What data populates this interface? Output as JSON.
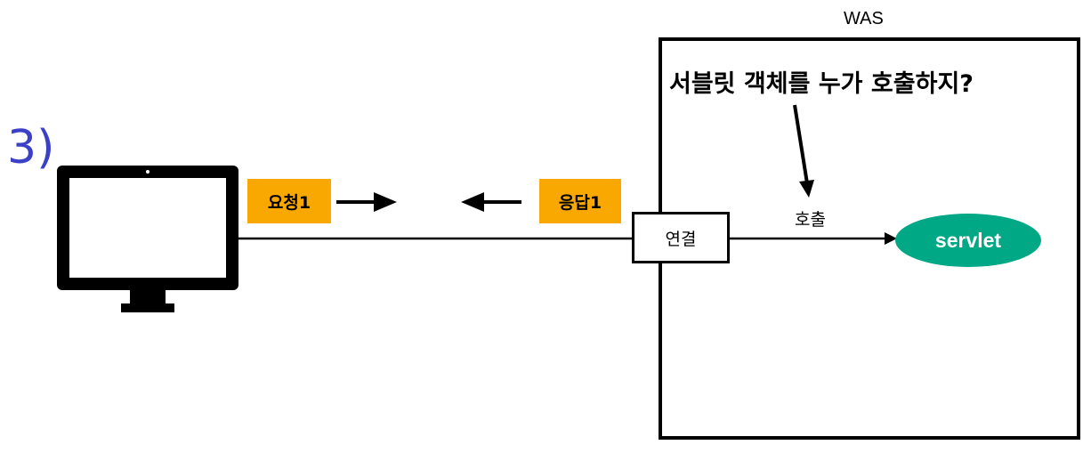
{
  "step_label": "3)",
  "was": {
    "label": "WAS"
  },
  "question": "서블릿 객체를 누가 호출하지?",
  "request_tag": "요청1",
  "response_tag": "응답1",
  "connection": "연결",
  "call_label": "호출",
  "servlet": "servlet",
  "colors": {
    "tag": "#f8a800",
    "servlet": "#00a886",
    "step": "#3c40c6",
    "line": "#000000"
  },
  "icons": {
    "client": "desktop-monitor-icon"
  }
}
